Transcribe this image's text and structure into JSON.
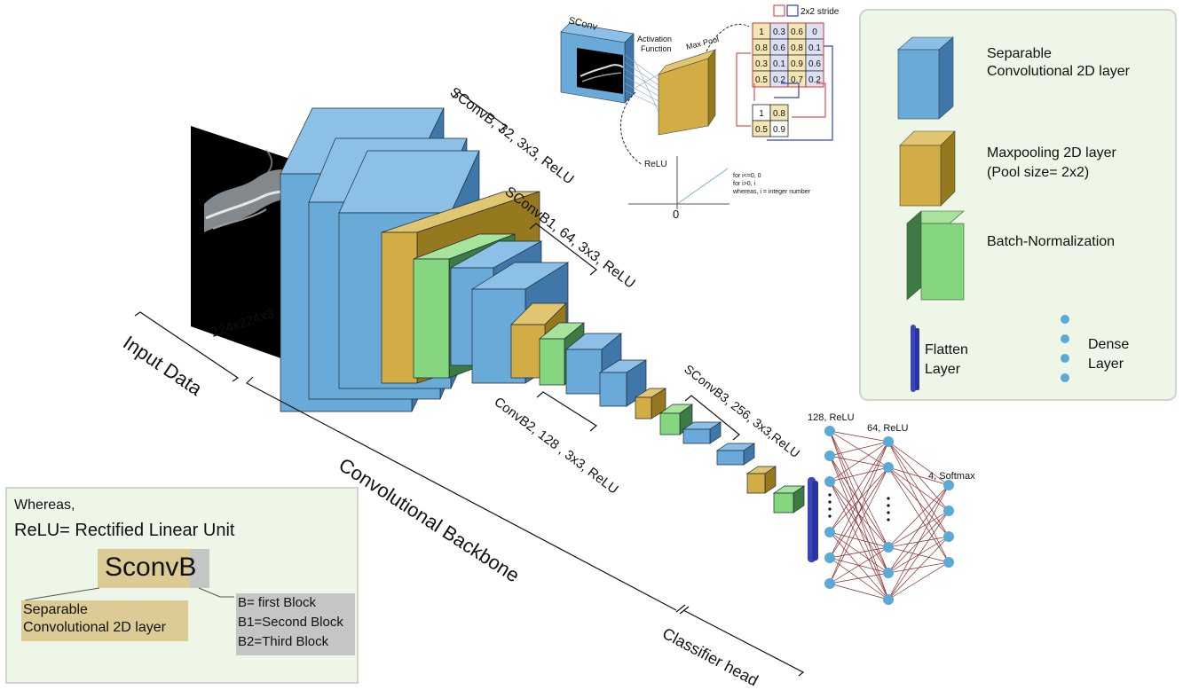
{
  "input": {
    "label": "Input Data",
    "size": "224x224x3"
  },
  "backbone": {
    "label": "Convolutional Backbone",
    "sconvb": "SConvB, 32,  3x3, ReLU",
    "sconvb1": "SConvB1, 64,  3x3, ReLU",
    "convb2": "ConvB2, 128 ,  3x3, ReLU",
    "sconvb3": "SConvB3, 256,  3x3,ReLU"
  },
  "classifier": {
    "label": "Classifier head",
    "dense1": "128, ReLU",
    "dense2": "64, ReLU",
    "output": "4, Softmax"
  },
  "inset": {
    "sconv": "SConv",
    "activation_line1": "Activation",
    "activation_line2": "Function",
    "maxpool": "Max Pool",
    "stride": "2x2 stride",
    "matrix": [
      [
        "1",
        "0.3",
        "0.6",
        "0"
      ],
      [
        "0.8",
        "0.6",
        "0.8",
        "0.1"
      ],
      [
        "0.3",
        "0.1",
        "0.9",
        "0.6"
      ],
      [
        "0.5",
        "0.2",
        "0.7",
        "0.2"
      ]
    ],
    "pooled": [
      [
        "1",
        "0.8"
      ],
      [
        "0.5",
        "0.9"
      ]
    ],
    "relu": "ReLU",
    "relu_rule1": "for i<=0,        0",
    "relu_rule2": "for i>0,          i",
    "relu_rule3": "whereas, i = integer number",
    "origin": "0"
  },
  "legend": {
    "sep_conv_line1": "Separable",
    "sep_conv_line2": "Convolutional 2D layer",
    "maxpool_line1": "Maxpooling 2D layer",
    "maxpool_line2": "(Pool size= 2x2)",
    "batchnorm": "Batch-Normalization",
    "flatten_line1": "Flatten",
    "flatten_line2": "Layer",
    "dense_line1": "Dense",
    "dense_line2": "Layer"
  },
  "note": {
    "whereas": "Whereas,",
    "relu_def": "ReLU=  Rectified Linear Unit",
    "abbr_main": "Sconv",
    "abbr_suffix": "B",
    "sep_line1": "Separable",
    "sep_line2": "Convolutional 2D layer",
    "b0": "B= first Block",
    "b1": "B1=Second Block",
    "b2": "B2=Third Block"
  },
  "colors": {
    "conv_front": "#6aaad9",
    "conv_side": "#3f78a8",
    "conv_top": "#8cc0e6",
    "pool_front": "#d2ad45",
    "pool_side": "#96781f",
    "pool_top": "#e2c570",
    "bn_front": "#86d680",
    "bn_side": "#3e7a43",
    "bn_top": "#a6e49c",
    "neuron": "#5aaad9",
    "flatten": "#3a46b8",
    "edge": "#8a2a2a"
  }
}
